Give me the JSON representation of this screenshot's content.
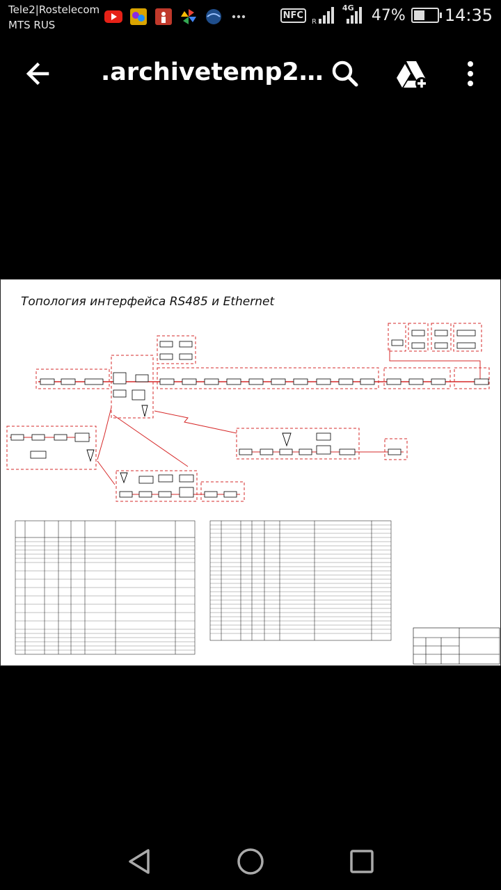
{
  "status_bar": {
    "carrier_line1": "Tele2|Rostelecom",
    "carrier_line2": "MTS RUS",
    "nfc_label": "NFC",
    "network_type": "4G",
    "battery_percent": "47%",
    "battery_level": 0.47,
    "time": "14:35",
    "notification_icons": [
      "youtube-icon",
      "game-icon",
      "sports-icon",
      "pinwheel-icon",
      "globe-icon",
      "more-dots-icon"
    ]
  },
  "toolbar": {
    "title": ".archivetemp2…",
    "icons": [
      "back-arrow-icon",
      "search-icon",
      "drive-add-icon",
      "overflow-menu-icon"
    ]
  },
  "document": {
    "heading": "Топология интерфейса RS485 и Ethernet",
    "colors": {
      "line": "#d62828",
      "box": "#000000",
      "paper": "#ffffff"
    }
  },
  "navbar": {
    "icons": [
      "back-triangle-icon",
      "home-circle-icon",
      "recents-square-icon"
    ]
  }
}
